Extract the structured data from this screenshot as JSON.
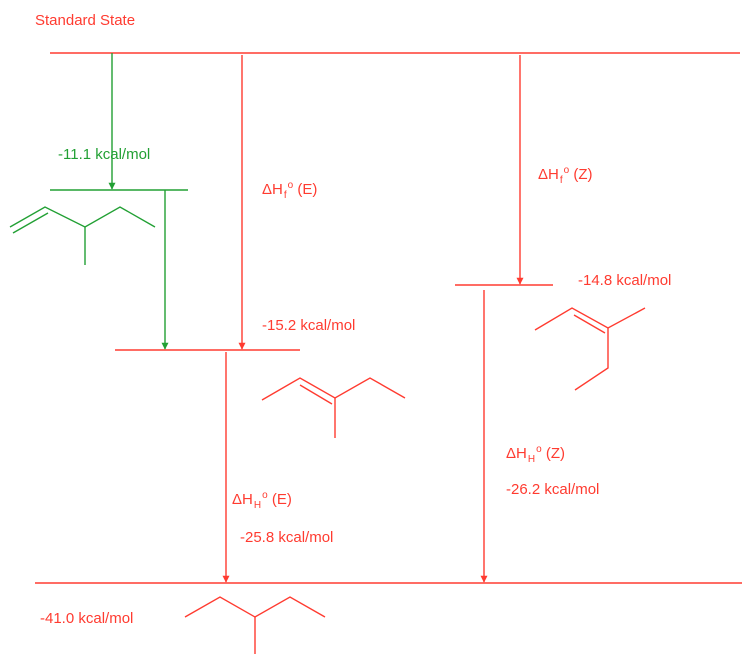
{
  "title": "Standard State",
  "colors": {
    "red": "#ff3b30",
    "green": "#22a034"
  },
  "labels": {
    "branched_alkene_energy": "-11.1 kcal/mol",
    "e_alkene_energy": "-15.2 kcal/mol",
    "z_alkene_energy": "-14.8 kcal/mol",
    "alkane_energy": "-41.0 kcal/mol",
    "hydrogenation_e_value": "-25.8 kcal/mol",
    "hydrogenation_z_value": "-26.2 kcal/mol"
  },
  "formation_e": {
    "delta": "ΔH",
    "sub": "f",
    "deg": "o",
    "isomer": "(E)"
  },
  "formation_z": {
    "delta": "ΔH",
    "sub": "f",
    "deg": "o",
    "isomer": "(Z)"
  },
  "hydrogenation_e": {
    "delta": "ΔH",
    "sub": "H",
    "deg": "o",
    "isomer": "(E)"
  },
  "hydrogenation_z": {
    "delta": "ΔH",
    "sub": "H",
    "deg": "o",
    "isomer": "(Z)"
  }
}
